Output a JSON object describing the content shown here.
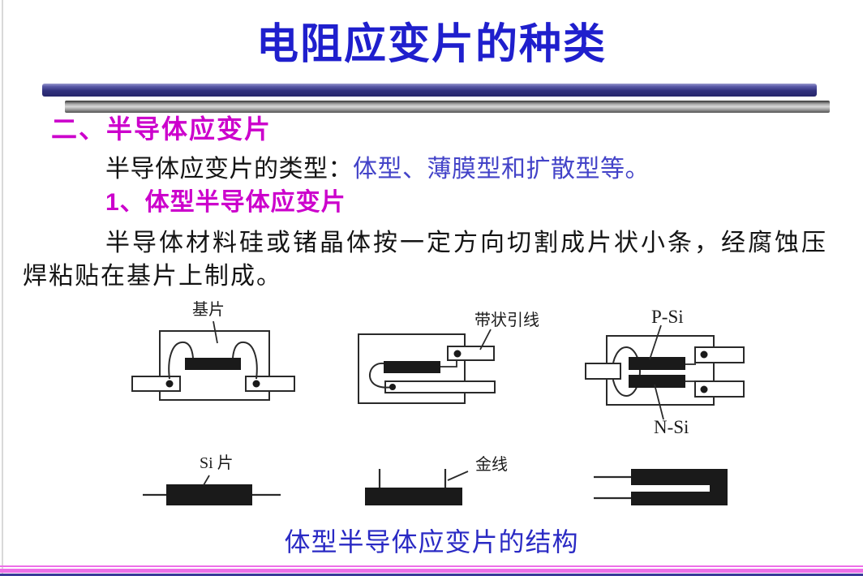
{
  "slide": {
    "title": "电阻应变片的种类",
    "section_heading": "二、半导体应变片",
    "type_line": {
      "black": "半导体应变片的类型：",
      "blue": "体型、薄膜型和扩散型等。"
    },
    "sub_heading": "1、体型半导体应变片",
    "body_line1": "半导体材料硅或锗晶体按一定方向切割成片状小条，经腐蚀压",
    "body_line2": "焊粘贴在基片上制成。",
    "caption": "体型半导体应变片的结构"
  },
  "diagram": {
    "labels": {
      "base": "基片",
      "ribbon_lead": "带状引线",
      "p_si": "P-Si",
      "n_si": "N-Si",
      "si_strip": "Si 片",
      "gold_wire": "金线"
    }
  },
  "colors": {
    "title_blue": "#1f1fcd",
    "heading_magenta": "#cc00cc",
    "inline_blue": "#4343c8",
    "caption_blue": "#2a2ac4",
    "divider_navy": "#32327e",
    "divider_gray": "#a9a9a9",
    "footer_pink": "#ee6fe8",
    "footer_navy": "#3a3a99",
    "diagram_ink": "#2a2a2a"
  }
}
